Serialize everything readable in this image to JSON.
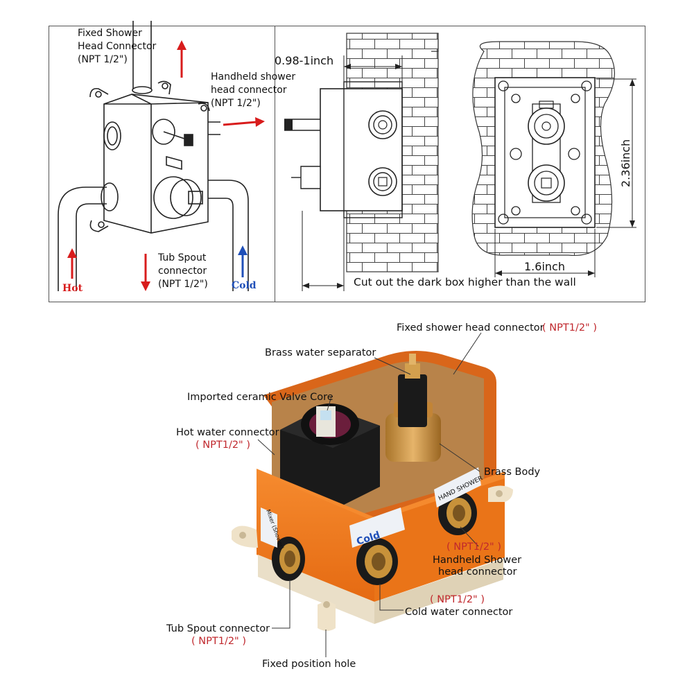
{
  "top_left": {
    "fixed_head": [
      "Fixed Shower",
      "Head Connector",
      "(NPT 1/2\")"
    ],
    "handheld": [
      "Handheld shower",
      "head connector",
      "(NPT 1/2\")"
    ],
    "tub_spout": [
      "Tub Spout",
      "connector",
      "(NPT 1/2\")"
    ],
    "hot_label": "Hot",
    "cold_label": "Cold"
  },
  "top_right": {
    "depth_dim": "0.98-1inch",
    "height_dim": "2.36inch",
    "width_dim": "1.6inch",
    "cutout_note": "Cut out the dark box higher than the wall"
  },
  "product": {
    "fixed_head": "Fixed shower head connector",
    "fixed_head_npt": "( NPT1/2\" )",
    "brass_separator": "Brass water separator",
    "ceramic_core": "Imported ceramic Valve Core",
    "hot_connector": "Hot water connector",
    "hot_npt": "( NPT1/2\" )",
    "brass_body": "Brass Body",
    "handheld_npt": "( NPT1/2\" )",
    "handheld_1": "Handheld Shower",
    "handheld_2": "head connector",
    "cold_npt": "( NPT1/2\" )",
    "cold_connector": "Cold water connector",
    "tub_spout": "Tub Spout connector",
    "tub_npt": "( NPT1/2\" )",
    "fixed_hole": "Fixed position hole",
    "sticker_cold": "Cold",
    "sticker_hand": "HAND SHOWER",
    "sticker_mixer": "Mixer (Shower)"
  },
  "colors": {
    "orange": "#f07a1e",
    "orange_dark": "#c85a10",
    "brass": "#c8923a",
    "red_label": "#c0282d",
    "arrow_red": "#d81c1c",
    "arrow_blue": "#1f4fb8"
  }
}
